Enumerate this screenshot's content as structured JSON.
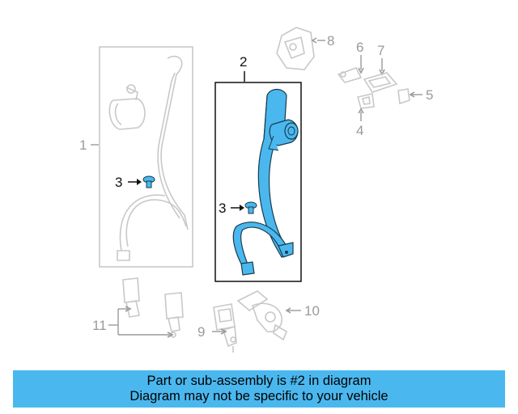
{
  "diagram": {
    "callouts": {
      "c1": "1",
      "c2": "2",
      "c3a": "3",
      "c3b": "3",
      "c4": "4",
      "c5": "5",
      "c6": "6",
      "c7": "7",
      "c8": "8",
      "c9": "9",
      "c10": "10",
      "c11": "11"
    },
    "highlight_part": "2",
    "colors": {
      "highlight": "#4ab8ef",
      "ghost": "#c8c8c8",
      "ink": "#111111",
      "banner": "#4ab8ef"
    }
  },
  "banner": {
    "line1": "Part or sub-assembly is #2 in diagram",
    "line2": "Diagram may not be specific to your vehicle"
  }
}
